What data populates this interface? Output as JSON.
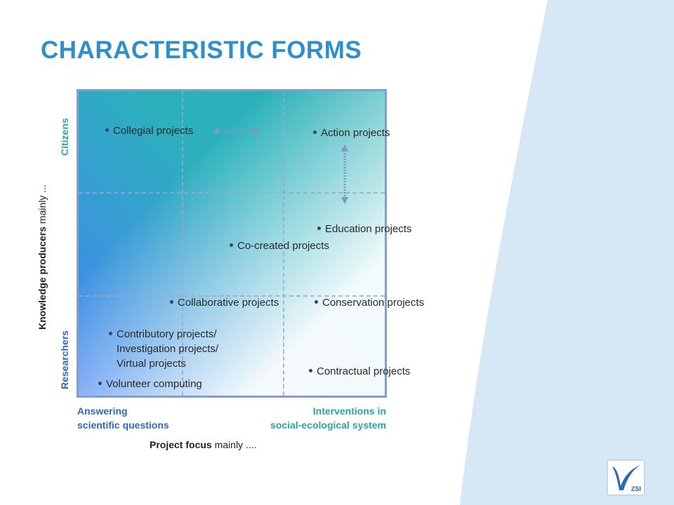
{
  "title": "CHARACTERISTIC FORMS",
  "diagram": {
    "items": {
      "collegial": "Collegial projects",
      "action": "Action projects",
      "education": "Education projects",
      "cocreated": "Co-created projects",
      "collaborative": "Collaborative projects",
      "conservation": "Conservation projects",
      "contributory": [
        "Contributory projects/",
        "Investigation projects/",
        "Virtual projects"
      ],
      "volunteer": "Volunteer computing",
      "contractual": "Contractual projects"
    },
    "x_axis": {
      "low": [
        "Answering",
        "scientific questions"
      ],
      "high": [
        "Interventions in",
        "social-ecological system"
      ],
      "title_bold": "Project focus",
      "title_rest": " mainly ...."
    },
    "y_axis": {
      "low": "Researchers",
      "high": "Citizens",
      "title_bold": "Knowledge producers",
      "title_rest": " mainly ..."
    }
  },
  "logo": {
    "text": "ZSI",
    "icon": "zsi-logo-icon"
  },
  "colors": {
    "title": "#2e8fca",
    "teal_label": "#2aa3a8",
    "blue_label": "#3565c2",
    "background_panel": "#d6e8f5"
  }
}
